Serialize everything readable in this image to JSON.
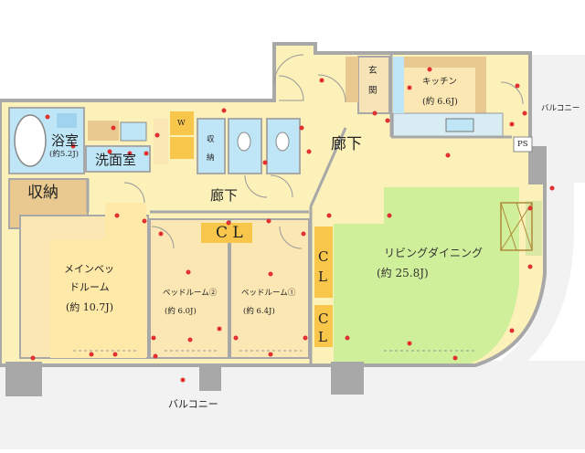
{
  "rooms": {
    "bath": {
      "name": "浴室",
      "size": "(約5.2J)"
    },
    "washroom": {
      "name": "洗面室"
    },
    "storage": {
      "name": "収納"
    },
    "w": {
      "name": "W"
    },
    "closet_small": {
      "name": "収",
      "name2": "納"
    },
    "hall_top": {
      "name": "廊下"
    },
    "hall_mid": {
      "name": "廊下"
    },
    "entrance": {
      "name": "玄",
      "name2": "関"
    },
    "kitchen": {
      "name": "キッチン",
      "size": "(約 6.6J)"
    },
    "balcony_right": {
      "name": "バルコニー"
    },
    "ps": {
      "name": "PS"
    },
    "master": {
      "name1": "メインベッ",
      "name2": "ドルーム",
      "size": "(約 10.7J)"
    },
    "bed2": {
      "name": "ベッドルーム②",
      "size": "(約 6.0J)"
    },
    "bed1": {
      "name": "ベッドルーム①",
      "size": "(約 6.4J)"
    },
    "cl_top": {
      "name": "C L"
    },
    "cl_side1": {
      "name1": "C",
      "name2": "L"
    },
    "cl_side2": {
      "name1": "C",
      "name2": "L"
    },
    "living": {
      "name": "リビングダイニング",
      "size": "(約 25.8J)"
    },
    "balcony_bottom": {
      "name": "バルコニー"
    }
  },
  "colors": {
    "floor": "#fbf1b9",
    "room_wood": "#fbe7b4",
    "master_floor": "#ffe9a8",
    "bath_blue": "#bfe6f7",
    "storage_brown": "#e9c98f",
    "closet_orange": "#f7c64b",
    "living_green": "#cfef9a",
    "wall": "#a8a8a8",
    "balcony": "#f2f2f2",
    "outlet_red": "#e03030"
  }
}
